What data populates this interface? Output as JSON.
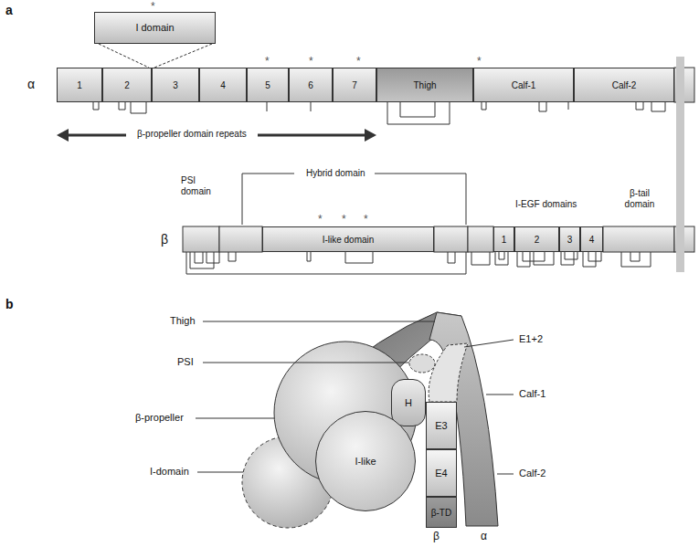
{
  "diagram": {
    "nodes": [
      {
        "text": [
          "I domain"
        ]
      },
      {
        "text": [
          "1"
        ]
      },
      {
        "text": [
          "2"
        ]
      },
      {
        "text": [
          "3"
        ]
      },
      {
        "text": [
          "4"
        ]
      },
      {
        "text": [
          "5"
        ]
      },
      {
        "text": [
          "6"
        ]
      },
      {
        "text": [
          "7"
        ]
      },
      {
        "text": [
          "Thigh"
        ]
      },
      {
        "text": [
          "Calf-1"
        ]
      },
      {
        "text": [
          "Calf-2"
        ]
      },
      {
        "text": [
          "I-like domain"
        ]
      },
      {
        "text": [
          "1"
        ]
      },
      {
        "text": [
          "2"
        ]
      },
      {
        "text": [
          "3"
        ]
      },
      {
        "text": [
          "4"
        ]
      },
      {
        "text": [
          "H"
        ]
      },
      {
        "text": [
          "I-like"
        ]
      },
      {
        "text": [
          "E3"
        ]
      },
      {
        "text": [
          "E4"
        ]
      },
      {
        "text": [
          "β-TD"
        ]
      }
    ],
    "labels": [
      "a",
      "*",
      "α",
      "*",
      "*",
      "*",
      "*",
      "β-propeller domain repeats",
      "PSI domain",
      "Hybrid domain",
      "*",
      "*",
      "*",
      "I-EGF domains",
      "β-tail domain",
      "β",
      "b",
      "Thigh",
      "PSI",
      "β-propeller",
      "I-domain",
      "E1+2",
      "Calf-1",
      "Calf-2",
      "β",
      "α"
    ]
  }
}
